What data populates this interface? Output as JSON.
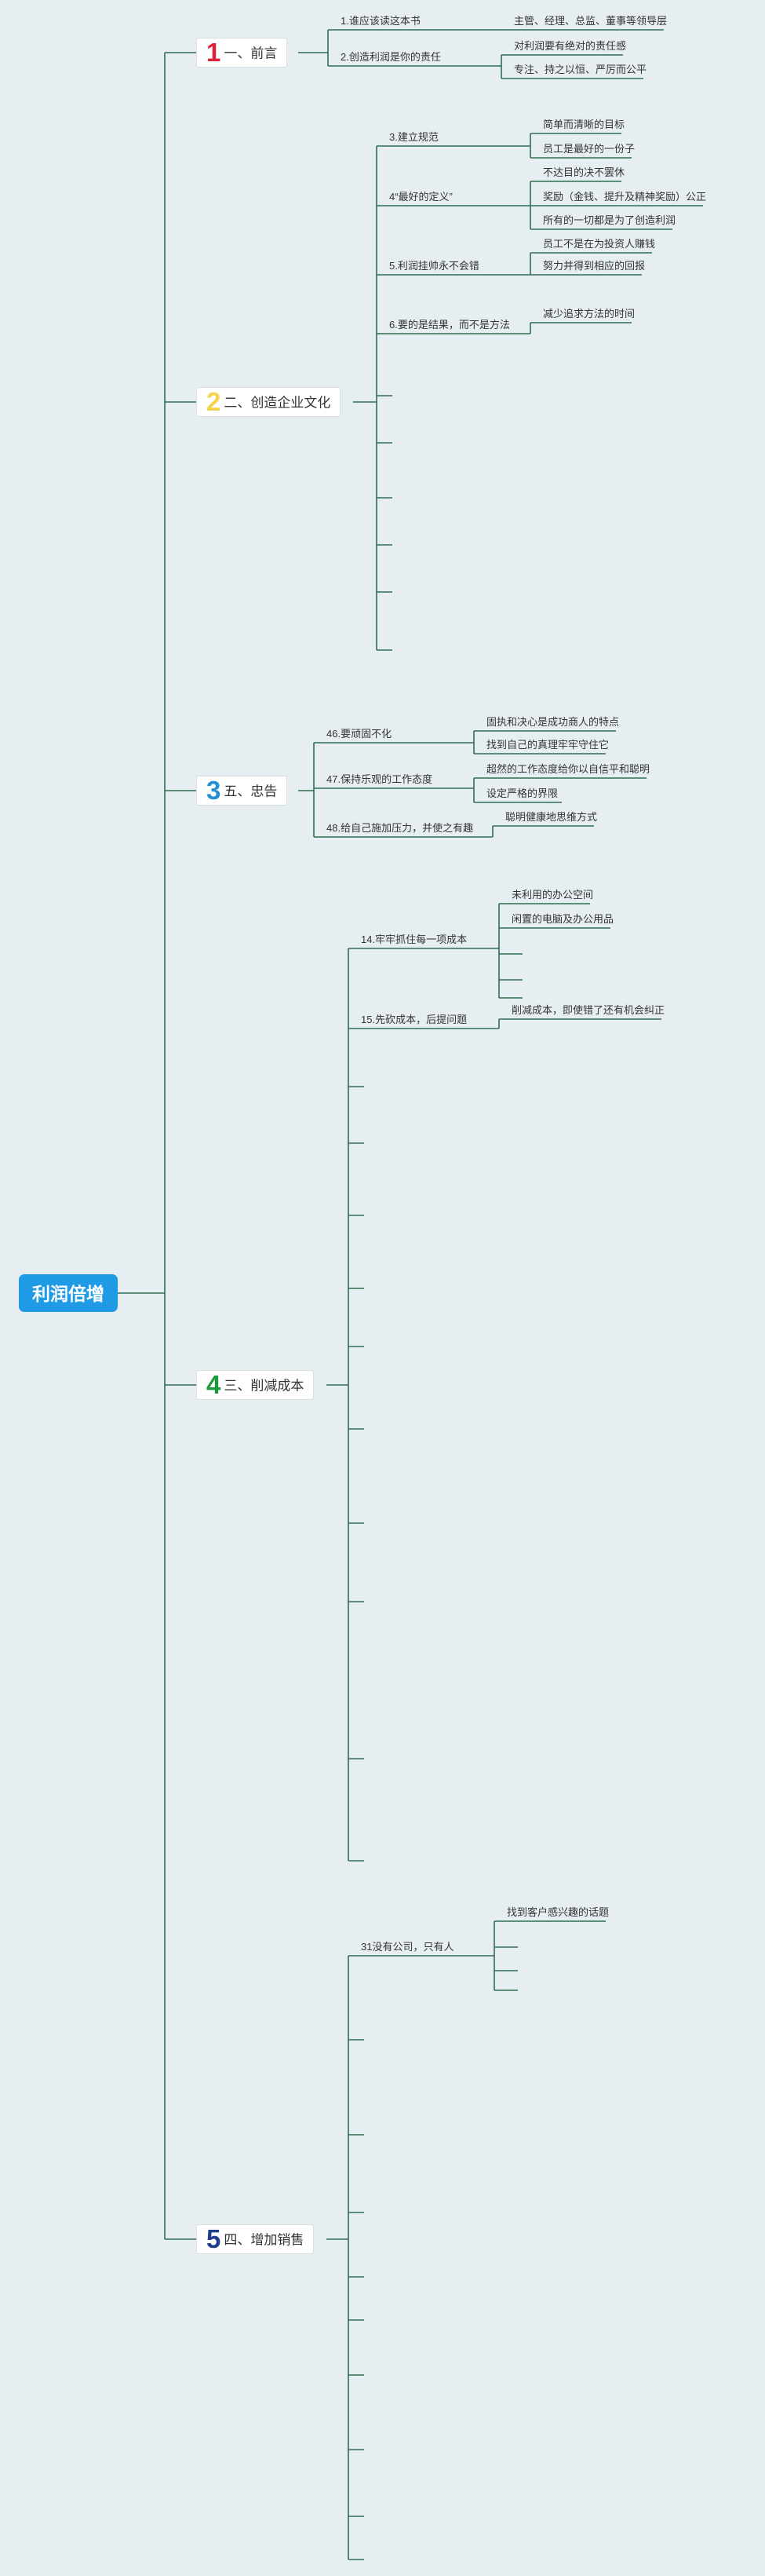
{
  "root": {
    "label": "利润倍增"
  },
  "branches": [
    {
      "num": "1",
      "num_color": "#e0203a",
      "label": "一、前言",
      "children": [
        {
          "label": "1.谁应该读这本书",
          "children": [
            "主管、经理、总监、董事等领导层"
          ]
        },
        {
          "label": "2.创造利润是你的责任",
          "children": [
            "对利润要有绝对的责任感",
            "专注、持之以恒、严厉而公平"
          ]
        }
      ]
    },
    {
      "num": "2",
      "num_color": "#f4d24a",
      "label": "二、创造企业文化",
      "children": [
        {
          "label": "3.建立规范",
          "children": [
            "简单而清晰的目标",
            "员工是最好的一份子"
          ]
        },
        {
          "label": "4“最好的定义”",
          "children": [
            "不达目的决不罢休",
            "奖励（金钱、提升及精神奖励）公正",
            "所有的一切都是为了创造利润"
          ]
        },
        {
          "label": "5.利润挂帅永不会错",
          "children": [
            "员工不是在为投资人赚钱",
            "努力并得到相应的回报"
          ]
        },
        {
          "label": "6.要的是结果，而不是方法",
          "children": [
            "减少追求方法的时间"
          ]
        },
        {
          "label": "",
          "children": []
        },
        {
          "label": "",
          "children": []
        },
        {
          "label": "",
          "children": []
        },
        {
          "label": "",
          "children": []
        },
        {
          "label": "",
          "children": []
        },
        {
          "label": "",
          "children": []
        }
      ]
    },
    {
      "num": "3",
      "num_color": "#2290d2",
      "label": "五、忠告",
      "children": [
        {
          "label": "46.要顽固不化",
          "children": [
            "固执和决心是成功商人的特点",
            "找到自己的真理牢牢守住它"
          ]
        },
        {
          "label": "47.保持乐观的工作态度",
          "children": [
            "超然的工作态度给你以自信平和聪明",
            "设定严格的界限"
          ]
        },
        {
          "label": "48.给自己施加压力，并使之有趣",
          "children": [
            "聪明健康地思维方式"
          ]
        }
      ]
    },
    {
      "num": "4",
      "num_color": "#1a9a3c",
      "label": "三、削减成本",
      "children": [
        {
          "label": "14.牢牢抓住每一项成本",
          "children": [
            "未利用的办公空间",
            "闲置的电脑及办公用品",
            "",
            "",
            ""
          ]
        },
        {
          "label": "15.先砍成本，后提问题",
          "children": [
            "削减成本，即使错了还有机会纠正"
          ]
        },
        {
          "label": "",
          "children": []
        },
        {
          "label": "",
          "children": []
        },
        {
          "label": "",
          "children": []
        },
        {
          "label": "",
          "children": []
        },
        {
          "label": "",
          "children": []
        },
        {
          "label": "",
          "children": []
        },
        {
          "label": "",
          "children": []
        },
        {
          "label": "",
          "children": []
        },
        {
          "label": "",
          "children": []
        },
        {
          "label": "",
          "children": []
        },
        {
          "label": "",
          "children": []
        }
      ]
    },
    {
      "num": "5",
      "num_color": "#1f3d8c",
      "label": "四、增加销售",
      "children": [
        {
          "label": "31没有公司，只有人",
          "children": [
            "找到客户感兴趣的话题",
            "",
            "",
            ""
          ]
        },
        {
          "label": "",
          "children": []
        },
        {
          "label": "",
          "children": []
        },
        {
          "label": "",
          "children": []
        },
        {
          "label": "",
          "children": []
        },
        {
          "label": "",
          "children": []
        },
        {
          "label": "",
          "children": []
        },
        {
          "label": "",
          "children": []
        },
        {
          "label": "",
          "children": []
        },
        {
          "label": "",
          "children": []
        },
        {
          "label": "",
          "children": []
        }
      ]
    }
  ]
}
